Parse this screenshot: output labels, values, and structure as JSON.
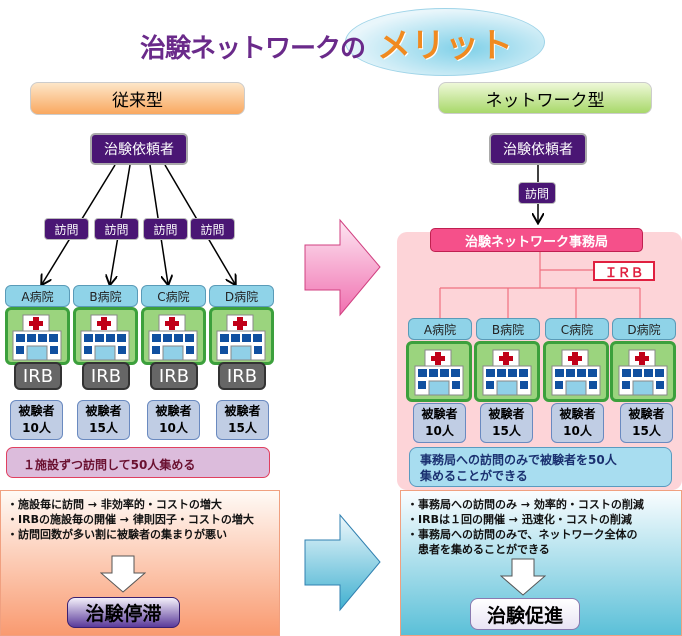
{
  "title": {
    "prefix": "治験ネットワークの",
    "highlight": "メリット"
  },
  "left": {
    "header": "従来型",
    "sponsor": "治験依頼者",
    "visit": "訪問",
    "hospitals": [
      {
        "name": "A病院",
        "irb": "IRB",
        "subjects": "被験者",
        "count": "10人"
      },
      {
        "name": "B病院",
        "irb": "IRB",
        "subjects": "被験者",
        "count": "15人"
      },
      {
        "name": "C病院",
        "irb": "IRB",
        "subjects": "被験者",
        "count": "10人"
      },
      {
        "name": "D病院",
        "irb": "IRB",
        "subjects": "被験者",
        "count": "15人"
      }
    ],
    "summary": "１施設ずつ訪問して50人集める",
    "bullets": [
      "・施設毎に訪問 → 非効率的・コストの増大",
      "・IRBの施設毎の開催 → 律則因子・コストの増大",
      "・訪問回数が多い割に被験者の集まりが悪い"
    ],
    "result": "治験停滞"
  },
  "right": {
    "header": "ネットワーク型",
    "sponsor": "治験依頼者",
    "visit": "訪問",
    "office": "治験ネットワーク事務局",
    "irb": "ＩＲＢ",
    "hospitals": [
      {
        "name": "A病院",
        "subjects": "被験者",
        "count": "10人"
      },
      {
        "name": "B病院",
        "subjects": "被験者",
        "count": "15人"
      },
      {
        "name": "C病院",
        "subjects": "被験者",
        "count": "10人"
      },
      {
        "name": "D病院",
        "subjects": "被験者",
        "count": "15人"
      }
    ],
    "summary_lines": [
      "事務局への訪問のみで被験者を50人",
      "集めることができる"
    ],
    "bullets": [
      "・事務局への訪問のみ → 効率的・コストの削減",
      "・IRBは１回の開催 → 迅速化・コストの削減",
      "・事務局への訪問のみで、ネットワーク全体の",
      "　患者を集めることができる"
    ],
    "result": "治験促進"
  },
  "colors": {
    "left_accent": "#f99a70",
    "right_accent": "#5bc0d8",
    "sponsor": "#4a1674",
    "hospital_green": "#3ca03c"
  }
}
